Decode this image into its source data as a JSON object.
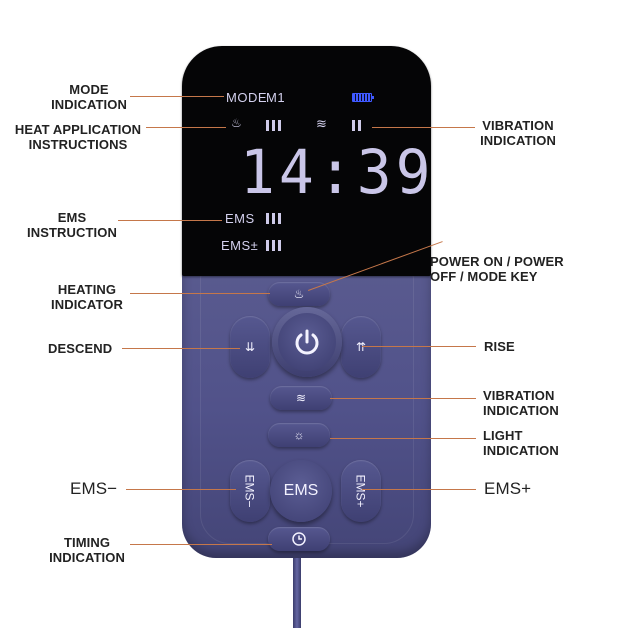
{
  "display": {
    "mode_label": "MODE",
    "mode_value": "M1",
    "heat_symbol": "♨",
    "vibration_symbol": "≋",
    "time": "14:39",
    "ems_label": "EMS",
    "ems_pm_label": "EMS±"
  },
  "buttons": {
    "heat_symbol": "♨",
    "power_icon": "power-icon",
    "descend_symbol": "⇊",
    "rise_symbol": "⇈",
    "vibration_symbol": "≋",
    "light_symbol": "☼",
    "ems_minus": "EMS−",
    "ems": "EMS",
    "ems_plus": "EMS+",
    "timing_icon": "clock-icon"
  },
  "labels": {
    "mode_indication": [
      "MODE",
      "INDICATION"
    ],
    "heat_application": [
      "HEAT APPLICATION",
      "INSTRUCTIONS"
    ],
    "vibration_indication_top": [
      "VIBRATION",
      "INDICATION"
    ],
    "ems_instruction": [
      "EMS",
      "INSTRUCTION"
    ],
    "power_key": [
      "POWER ON / POWER",
      "OFF / MODE KEY"
    ],
    "heating_indicator": [
      "HEATING",
      "INDICATOR"
    ],
    "descend": "DESCEND",
    "rise": "RISE",
    "vibration_indication": [
      "VIBRATION",
      "INDICATION"
    ],
    "light_indication": [
      "LIGHT",
      "INDICATION"
    ],
    "ems_minus": "EMS−",
    "ems_plus": "EMS+",
    "timing_indication": [
      "TIMING",
      "INDICATION"
    ]
  },
  "colors": {
    "body": "#51528a",
    "screen": "#050506",
    "leader": "#c5774a",
    "battery": "#3f59ff"
  }
}
